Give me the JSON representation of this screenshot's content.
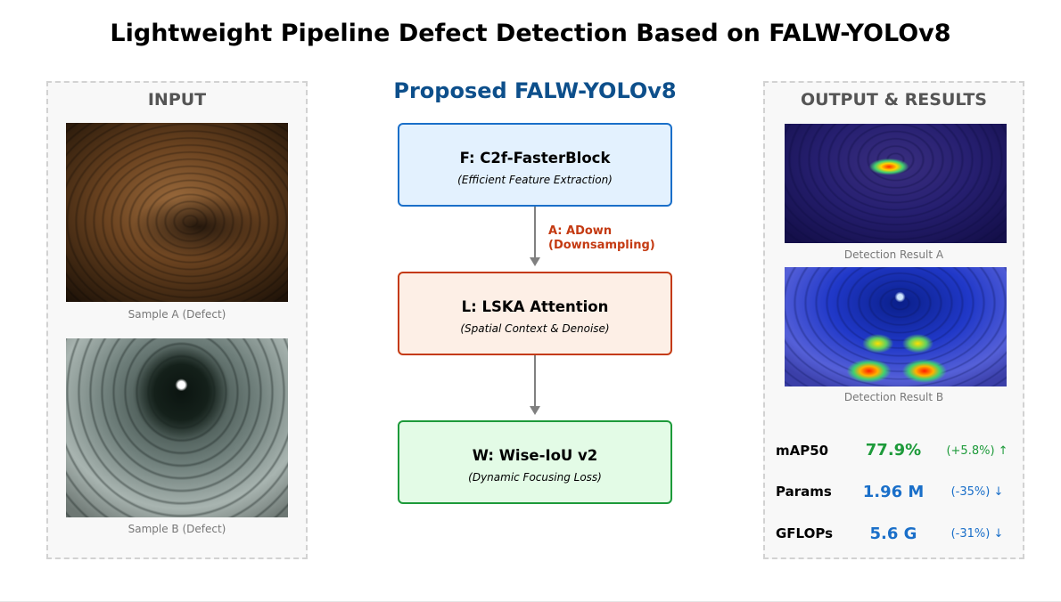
{
  "title": "Lightweight Pipeline Defect Detection Based on FALW-YOLOv8",
  "input_panel": {
    "title": "INPUT",
    "samples": [
      {
        "caption": "Sample A (Defect)"
      },
      {
        "caption": "Sample B (Defect)"
      }
    ]
  },
  "model": {
    "title": "Proposed FALW-YOLOv8",
    "blocks": [
      {
        "name": "F: C2f-FasterBlock",
        "sub": "(Efficient Feature Extraction)",
        "color": "#1a6fc9"
      },
      {
        "name": "L: LSKA Attention",
        "sub": "(Spatial Context & Denoise)",
        "color": "#c43a12"
      },
      {
        "name": "W: Wise-IoU v2",
        "sub": "(Dynamic Focusing Loss)",
        "color": "#1d9a3a"
      }
    ],
    "downsample_label": {
      "line1": "A: ADown",
      "line2": "(Downsampling)"
    }
  },
  "output_panel": {
    "title": "OUTPUT & RESULTS",
    "results": [
      {
        "caption": "Detection Result A"
      },
      {
        "caption": "Detection Result B"
      }
    ],
    "metrics": [
      {
        "label": "mAP50",
        "value": "77.9%",
        "delta": "(+5.8%) ↑",
        "color": "#1d9a3a"
      },
      {
        "label": "Params",
        "value": "1.96 M",
        "delta": "(-35%) ↓",
        "color": "#1a6fc9"
      },
      {
        "label": "GFLOPs",
        "value": "5.6 G",
        "delta": "(-31%) ↓",
        "color": "#1a6fc9"
      }
    ]
  }
}
